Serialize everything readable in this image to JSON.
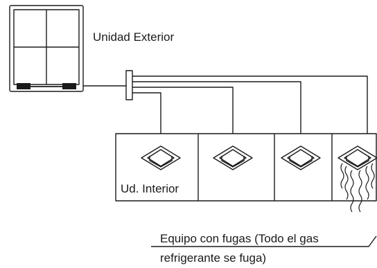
{
  "labels": {
    "outdoor_unit": "Unidad Exterior",
    "indoor_unit": "Ud. Interior",
    "leak_line_1": "Equipo con fugas (Todo el gas",
    "leak_line_2": "refrigerante se fuga)"
  },
  "colors": {
    "line": "#1a1a1a",
    "background": "#ffffff"
  },
  "icons": [
    "outdoor-unit-icon",
    "refnet-header-icon",
    "cassette-unit-icon",
    "gas-leak-wave-icon"
  ]
}
